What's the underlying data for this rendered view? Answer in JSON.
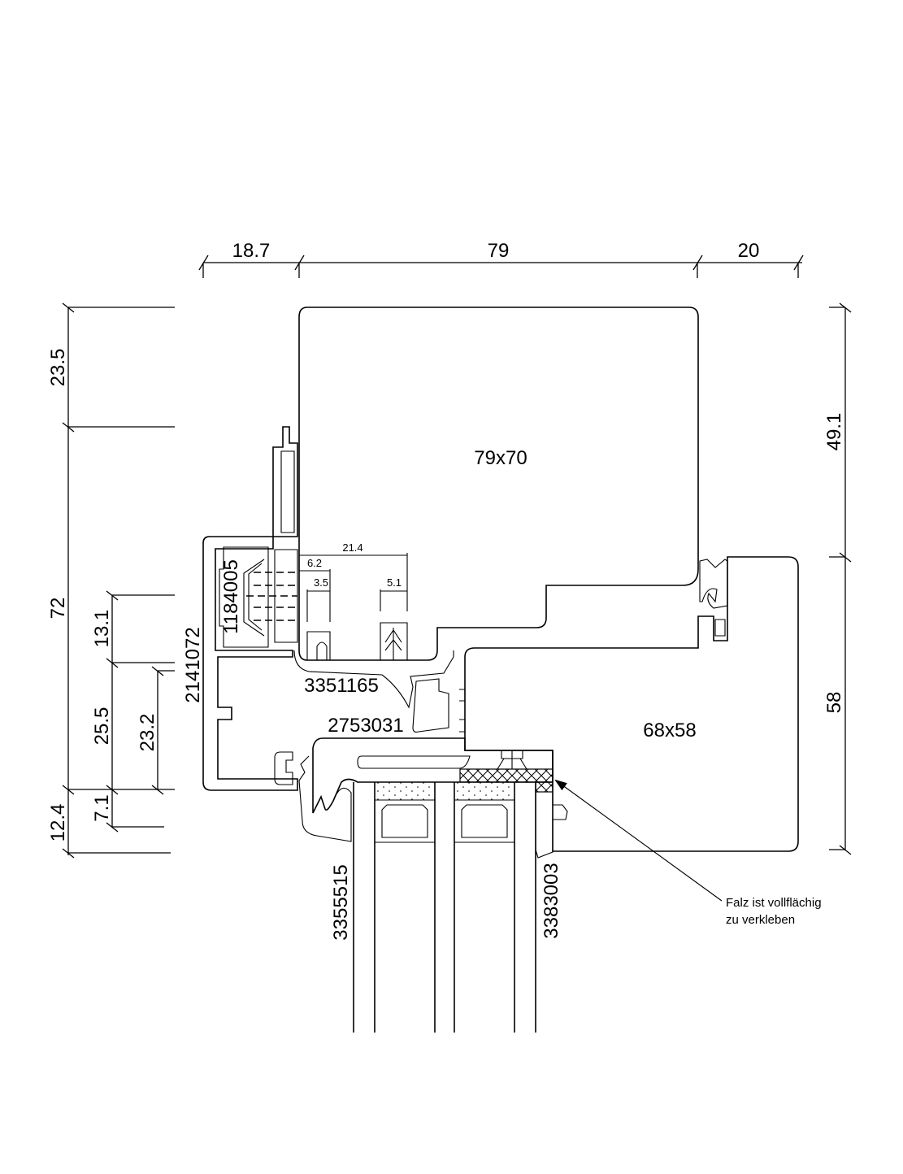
{
  "drawing": {
    "type": "window profile cross-section",
    "top_dimensions": [
      "18.7",
      "79",
      "20"
    ],
    "left_dimensions_outer": [
      "23.5",
      "72",
      "12.4"
    ],
    "left_dimensions_inner": [
      "13.1",
      "25.5",
      "7.1"
    ],
    "left_dimension_inner2": "23.2",
    "right_dimensions": [
      "49.1",
      "58"
    ],
    "detail_dimensions": {
      "d1": "21.4",
      "d2": "6.2",
      "d3": "3.5",
      "d4": "5.1"
    },
    "section_labels": {
      "sash": "79x70",
      "frame": "68x58"
    },
    "part_numbers": {
      "p1": "1184005",
      "p2": "2141072",
      "p3": "3351165",
      "p4": "2753031",
      "p5": "3355515",
      "p6": "3383003"
    },
    "note": {
      "line1": "Falz ist vollflächig",
      "line2": "zu verkleben"
    }
  }
}
